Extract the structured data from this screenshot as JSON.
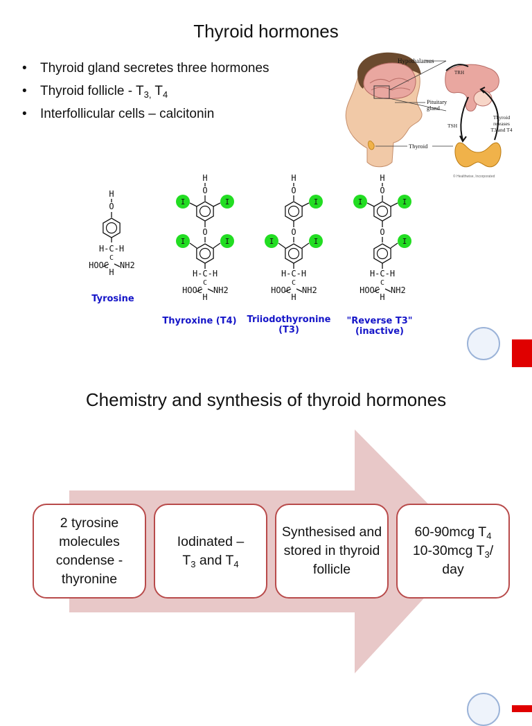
{
  "slide1": {
    "title": "Thyroid hormones",
    "bullets": [
      {
        "text": "Thyroid gland secretes three hormones"
      },
      {
        "text": "Thyroid follicle - T",
        "sub1": "3,",
        "mid": " T",
        "sub2": "4"
      },
      {
        "text": "Interfollicular cells – calcitonin"
      }
    ],
    "anatomy": {
      "hypothalamus": "Hypothalamus",
      "trh": "TRH",
      "pituitary": "Pituitary\ngland",
      "tsh": "TSH",
      "thyroid_releases": "Thyroid\nreleases\nT3 and T4",
      "thyroid": "Thyroid",
      "credit": "© Healthwise, Incorporated"
    },
    "structures": {
      "tyrosine": "Tyrosine",
      "t4": "Thyroxine (T4)",
      "t3_line1": "Triiodothyronine",
      "t3_line2": "(T3)",
      "rt3_line1": "\"Reverse T3\"",
      "rt3_line2": "(inactive)",
      "atom_h": "H",
      "atom_o": "O",
      "iodine": "I",
      "backbone": "H-C-H",
      "hooc": "HOOC",
      "nh2": "NH2",
      "c": "C"
    }
  },
  "slide2": {
    "title": "Chemistry and synthesis of thyroid hormones",
    "steps": [
      {
        "text": "2 tyrosine molecules condense - thyronine"
      },
      {
        "pre": "Iodinated –",
        "t3": "T",
        "s3": "3",
        "and": " and T",
        "s4": "4"
      },
      {
        "text": "Synthesised and stored in thyroid follicle"
      },
      {
        "l1": "60-90mcg T",
        "l1s": "4",
        "l2": "10-30mcg T",
        "l2s": "3",
        "l2e": "/",
        "l3": "day"
      }
    ]
  },
  "colors": {
    "arrow": "#e8c8c8",
    "step_border": "#b84a4a",
    "iodine": "#22dd22",
    "label_blue": "#1515c8",
    "red_square": "#e00000"
  }
}
